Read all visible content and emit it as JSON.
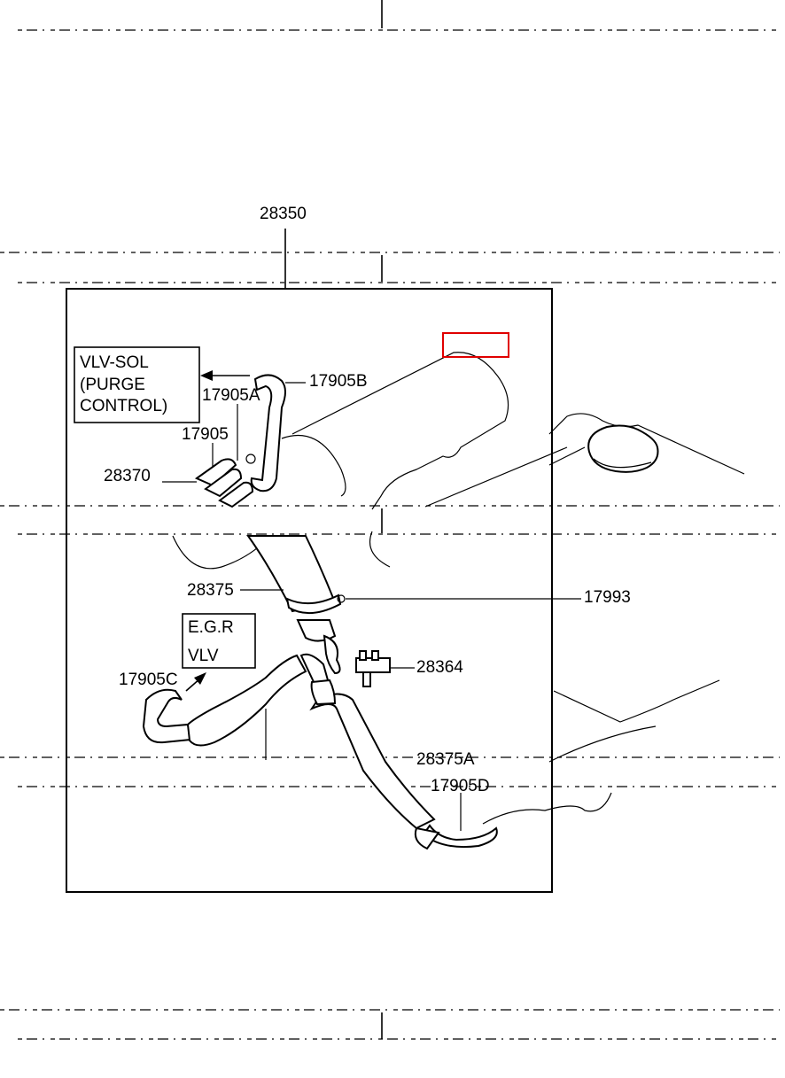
{
  "colors": {
    "ink": "#000000",
    "paper": "#ffffff",
    "highlight": "#e00000"
  },
  "assembly": {
    "number": "28350"
  },
  "callouts": {
    "p17905B": "17905B",
    "p17905A": "17905A",
    "p17905": "17905",
    "p28370": "28370",
    "p28375": "28375",
    "p17993": "17993",
    "p28364": "28364",
    "p17905C": "17905C",
    "p28375A": "28375A",
    "p17905D": "17905D"
  },
  "boxes": {
    "vlv_sol": {
      "line1": "VLV-SOL",
      "line2": "(PURGE",
      "line3": "CONTROL)"
    },
    "egr": {
      "line1": "E.G.R",
      "line2": "VLV"
    }
  }
}
